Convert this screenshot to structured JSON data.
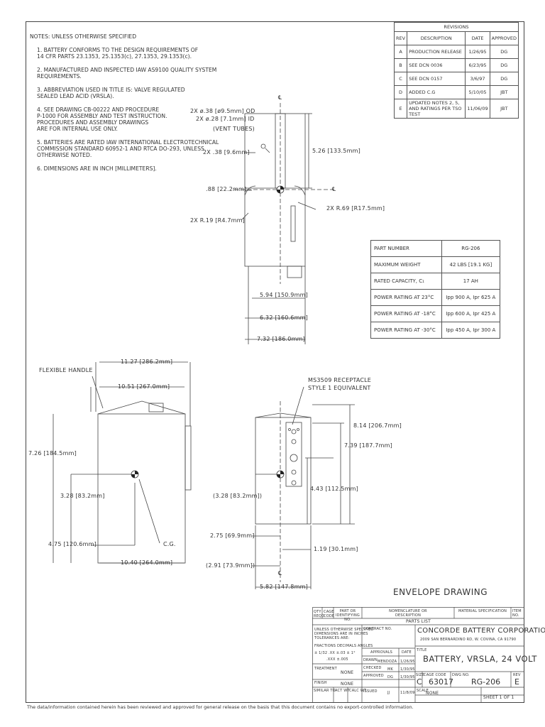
{
  "notes": {
    "heading": "NOTES: UNLESS OTHERWISE SPECIFIED",
    "items": [
      [
        "1.  BATTERY CONFORMS TO THE DESIGN REQUIREMENTS OF",
        "     14 CFR PARTS 23.1353, 25.1353(c), 27.1353, 29.1353(c)."
      ],
      [
        "2.  MANUFACTURED AND INSPECTED IAW AS9100 QUALITY SYSTEM",
        "     REQUIREMENTS."
      ],
      [
        "3.  ABBREVIATION USED IN TITLE IS: VALVE REGULATED",
        "     SEALED LEAD ACID (VRSLA)."
      ],
      [
        "4.  SEE DRAWING CB-00222 AND PROCEDURE",
        "     P-1000 FOR ASSEMBLY AND TEST INSTRUCTION.",
        "     PROCEDURES AND ASSEMBLY DRAWINGS",
        "     ARE FOR INTERNAL USE ONLY."
      ],
      [
        "5.  BATTERIES ARE RATED IAW INTERNATIONAL ELECTROTECHNICAL",
        "     COMMISSION STANDARD 60952-1 AND RTCA DO-293, UNLESS",
        "     OTHERWISE NOTED."
      ],
      [
        "6.  DIMENSIONS ARE IN INCH [MILLIMETERS]."
      ]
    ]
  },
  "revisions": {
    "title": "REVISIONS",
    "headers": [
      "REV",
      "DESCRIPTION",
      "DATE",
      "APPROVED"
    ],
    "rows": [
      [
        "A",
        "PRODUCTION RELEASE",
        "1/26/95",
        "DG"
      ],
      [
        "B",
        "SEE DCN 0036",
        "6/23/95",
        "DG"
      ],
      [
        "C",
        "SEE DCN 0157",
        "3/6/97",
        "DG"
      ],
      [
        "D",
        "ADDED C.G",
        "5/10/05",
        "JBT"
      ],
      [
        "E",
        "UPDATED NOTES 2, 5, AND RATINGS PER TSO TEST",
        "11/06/09",
        "JBT"
      ]
    ]
  },
  "specs": [
    [
      "PART NUMBER",
      "RG-206"
    ],
    [
      "MAXIMUM WEIGHT",
      "42 LBS [19.1 KG]"
    ],
    [
      "RATED CAPACITY, C₁",
      "17 AH"
    ],
    [
      "POWER RATING AT 23°C",
      "Ipp 900 A, Ipr 625 A"
    ],
    [
      "POWER RATING AT -18°C",
      "Ipp 600 A, Ipr 425 A"
    ],
    [
      "POWER RATING AT -30°C",
      "Ipp 450 A, Ipr 300 A"
    ]
  ],
  "dims": {
    "top_od": "2X ø.38 [ø9.5mm] OD",
    "top_id": "2X ø.28 [7.1mm] ID",
    "vent": "(VENT TUBES)",
    "d_38": "2X .38 [9.6mm]",
    "d_526": "5.26 [133.5mm]",
    "d_88": ".88 [22.2mm]",
    "r_69": "2X R.69 [R17.5mm]",
    "r_19": "2X R.19 [R4.7mm]",
    "d_594": "5.94 [150.9mm]",
    "d_632": "6.32 [160.6mm]",
    "d_732": "7.32 [186.0mm]",
    "d_1127": "11.27 [286.2mm]",
    "d_1051": "10.51 [267.0mm]",
    "handle": "FLEXIBLE HANDLE",
    "d_726": "7.26 [184.5mm]",
    "d_328": "3.28 [83.2mm]",
    "d_475": "4.75 [120.6mm]",
    "cg": "C.G.",
    "d_1040": "10.40 [264.0mm]",
    "recept1": "MS3509 RECEPTACLE",
    "recept2": "STYLE 1 EQUIVALENT",
    "d_814": "8.14 [206.7mm]",
    "d_739": "7.39 [187.7mm]",
    "d_328b": "(3.28 [83.2mm])",
    "d_443": "4.43 [112.5mm]",
    "d_275": "2.75 [69.9mm]",
    "d_291": "(2.91 [73.9mm])",
    "d_119": "1.19 [30.1mm]",
    "d_582": "5.82 [147.8mm]",
    "cl": "℄"
  },
  "title_block": {
    "envelope": "ENVELOPE DRAWING",
    "parts_list": "PARTS LIST",
    "parts_headers": [
      "QTY REQD",
      "CAGE CODE",
      "PART OR IDENTIFYING NO.",
      "NOMENCLATURE OR DESCRIPTION",
      "MATERIAL SPECIFICATION",
      "ITEM NO."
    ],
    "company": "CONCORDE BATTERY CORPORATION",
    "address": "2009 SAN BERNARDINO RD, W. COVINA, CA 91790",
    "title_label": "TITLE",
    "title": "BATTERY, VRSLA, 24 VOLT",
    "tolerance_lines": [
      "UNLESS OTHERWISE SPECIFIED",
      "DIMENSIONS ARE IN INCHES",
      "TOLERANCES ARE:"
    ],
    "fractions": "FRACTIONS  DECIMALS  ANGLES",
    "tol1": "± 1/32      .XX  ±.03      ± 1°",
    "tol2": ".XXX ±.005",
    "contract_no": "CONTRACT NO.",
    "approvals": "APPROVALS",
    "date": "DATE",
    "drawn": "DRAWN",
    "drawn_by": "MENDOZA",
    "drawn_date": "1/26/95",
    "checked": "CHECKED",
    "checked_by": "MK",
    "checked_date": "1/30/95",
    "approved": "APPROVED",
    "approved_by": "DG",
    "approved_date": "1/30/95",
    "issued": "ISSUED",
    "issued_by": "JJ",
    "issued_date": "11/8/09",
    "treatment": "TREATMENT",
    "treatment_val": "NONE",
    "finish": "FINISH",
    "finish_val": "NONE",
    "similar_to": "SIMILAR TO",
    "act_wt": "ACT WT",
    "calc_wt": "CALC WT",
    "size_label": "SIZE",
    "size": "C",
    "cage_label": "CAGE CODE",
    "cage": "63017",
    "dwg_label": "DWG NO.",
    "dwg": "RG-206",
    "rev_label": "REV",
    "rev": "E",
    "scale_label": "SCALE",
    "scale": "NONE",
    "sheet": "SHEET   1   OF   1"
  },
  "footer": "The data/information contained herein has been reviewed and approved for general release on the basis that this document contains no export-controlled information."
}
